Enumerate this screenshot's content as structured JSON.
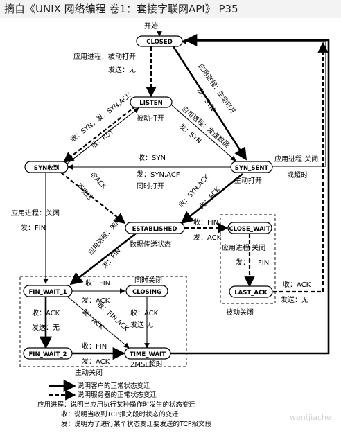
{
  "caption": "摘自《UNIX 网络编程 卷1：套接字联网API》 P35",
  "states": {
    "closed": "CLOSED",
    "listen": "LISTEN",
    "syn_rcvd": "SYN收到",
    "syn_sent": "SYN_SENT",
    "established": "ESTABLISHED",
    "close_wait": "CLOSE_WAIT",
    "last_ack": "LAST_ACK",
    "fin_wait_1": "FIN_WAIT_1",
    "closing": "CLOSING",
    "fin_wait_2": "FIN_WAIT_2",
    "time_wait": "TIME_WAIT"
  },
  "labels": {
    "start": "开始",
    "app_passive_open": "应用进程：被动打开",
    "send_none_1": "发送：无",
    "app_active_open": "应用进程：主动打开",
    "send_syn_1": "发：SYN",
    "rcv_syn_send_synack": "收：SYN，发：SYN,ACK",
    "passive_open": "被动打开",
    "rcv_rst": "收：RST",
    "app_send_data": "应用进程：发送数据",
    "send_syn_2": "发：SYN",
    "rcv_syn": "收：SYN",
    "send_syn_acf": "发：SYN,ACF",
    "simul_open": "同时打开",
    "app_close_or_timeout_1": "应用进程 关闭",
    "app_close_or_timeout_2": "或超时",
    "active_open": "主动打开",
    "rcv_ack": "收ACK",
    "no_send": "不发送",
    "rcv_synack": "收：SYN,ACK",
    "send_ack_1": "发：ACK",
    "app_close_1": "应用进程：关闭",
    "send_fin_1": "发：FIN",
    "rcv_fin_1": "收：FIN",
    "send_ack_2": "发：ACK",
    "data_transfer": "数据传送状态",
    "app_close_2": "应用进程：关闭",
    "send_fin_2": "发：FIN",
    "app_close_3": "应用进程 关闭",
    "send_fin_3": "发：",
    "fin_word": "FIN",
    "simul_close": "同时关闭",
    "rcv_fin_2": "收：FIN",
    "send_ack_3": "发：ACK",
    "rcv_finack": "收：FIN,ACK",
    "send_ack_4": "发：ACK",
    "rcv_ack_2": "收：ACK",
    "send_none_2": "发送：无",
    "rcv_ack_3": "收：ACK",
    "send_none_3": "发送 无",
    "rcv_ack_4": "收：ACK",
    "send_none_4": "发送：无",
    "passive_close": "被动关闭",
    "rcv_fin_3": "收：FIN",
    "send_ack_5": "发：ACK",
    "two_msl": "2MSL超时",
    "active_close": "主动关闭"
  },
  "legend": {
    "solid": "说明客户的正常状态变迁",
    "dashed": "说明服务器的正常状态变迁",
    "app_line": "应用进程：说明当应用执行某种操作时发生的状态变迁",
    "rcv_line": "收：说明当收到TCP报文段时状态的变迁",
    "snd_line": "发：说明为了进行某个状态变迁要发送的TCP报文段"
  },
  "watermark": "wentjiache"
}
